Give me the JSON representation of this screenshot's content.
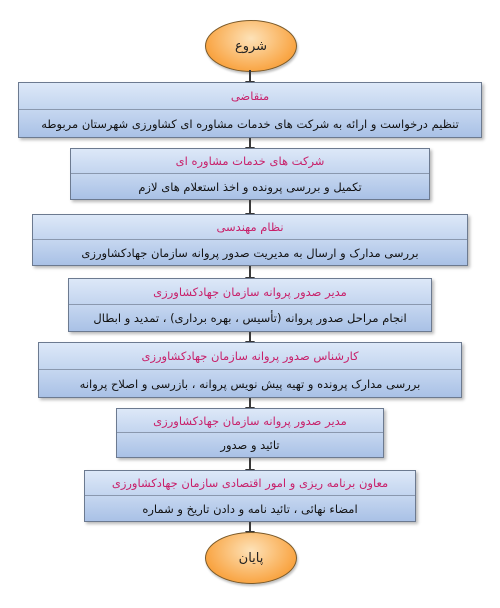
{
  "start": {
    "label": "شروع"
  },
  "end": {
    "label": "پایان"
  },
  "steps": [
    {
      "title": "متقاضی",
      "desc": "تنظیم درخواست و ارائه به شرکت های خدمات مشاوره ای کشاورزی شهرستان مربوطه"
    },
    {
      "title": "شرکت های خدمات مشاوره ای",
      "desc": "تکمیل و بررسی پرونده و اخذ استعلام های لازم"
    },
    {
      "title": "نظام مهندسی",
      "desc": "بررسی مدارک و ارسال به مدیریت صدور پروانه سازمان جهادکشاورزی"
    },
    {
      "title": "مدیر صدور پروانه سازمان جهادکشاورزی",
      "desc": "انجام مراحل صدور پروانه (تأسیس ، بهره برداری) ، تمدید و ابطال"
    },
    {
      "title": "کارشناس صدور پروانه سازمان جهادکشاورزی",
      "desc": "بررسی مدارک پرونده و تهیه پیش نویس پروانه ، بازرسی و اصلاح پروانه"
    },
    {
      "title": "مدیر صدور پروانه سازمان جهادکشاورزی",
      "desc": "تائید و صدور"
    },
    {
      "title": "معاون برنامه ریزی و امور اقتصادی سازمان جهادکشاورزی",
      "desc": "امضاء نهائی ، تائید نامه و دادن تاریخ و شماره"
    }
  ]
}
